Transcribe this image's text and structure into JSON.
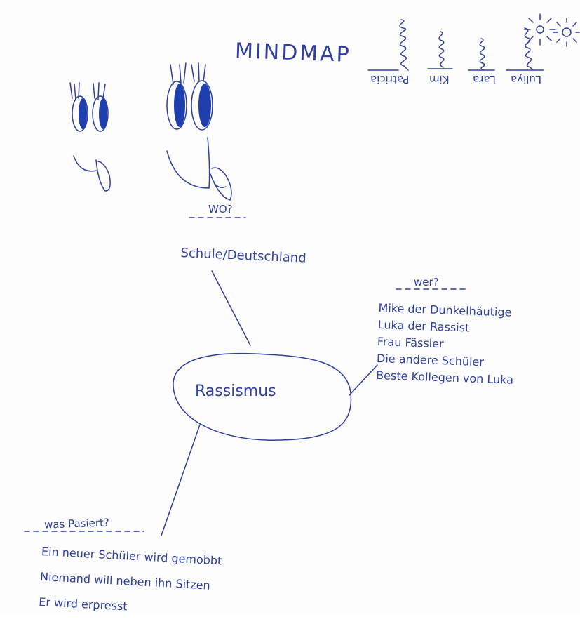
{
  "title": "MINDMAP",
  "names": [
    "Luliya",
    "Lara",
    "Kim",
    "Patricia"
  ],
  "branches": {
    "wo": {
      "label": "WO?",
      "items": [
        "Schule/Deutschland"
      ]
    },
    "wer": {
      "label": "wer?",
      "items": [
        "Mike der Dunkelhäutige",
        "Luka der Rassist",
        "Frau Fässler",
        "Die andere Schüler",
        "Beste Kollegen von Luka"
      ]
    },
    "was": {
      "label": "was Pasiert?",
      "items": [
        "Ein neuer Schüler wird gemobbt",
        "Niemand will neben ihn Sitzen",
        "Er wird erpresst"
      ]
    }
  },
  "center": "Rassismus",
  "colors": {
    "ink": "#2f3f9f",
    "eye_fill": "#1f3fae",
    "paper": "#fdfdfd"
  },
  "icons": [
    "small-face-icon",
    "large-face-icon",
    "sun-icon",
    "small-sun-icon",
    "hair-squiggle-icon"
  ]
}
